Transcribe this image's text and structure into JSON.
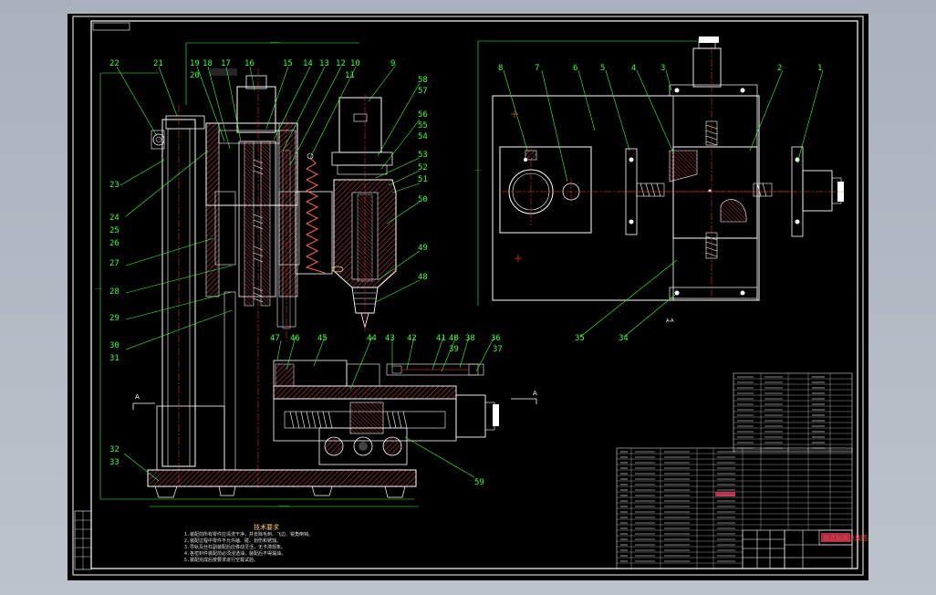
{
  "colors": {
    "background": "#000000",
    "frame": "#ffffff",
    "part_outline": "#ffffff",
    "section_hatch": "#cc4444",
    "centerline": "#ff3c3c",
    "leader": "#3cff3c",
    "dimension": "#3cff3c",
    "spring": "#ff6060",
    "viewport": "#afb7c2"
  },
  "section_marks": {
    "left": "A",
    "right": "A",
    "view_caption": "A-A"
  },
  "tech_requirements": {
    "title": "技术要求",
    "lines": [
      "1.装配前所有零件应清洗干净，并去除毛刺、飞边、锐角倒钝。",
      "2.装配过程中零件不允许磕、碰、划伤和锈蚀。",
      "3.导轨及丝杠副装配后应移动灵活，无卡滞现象。",
      "4.各密封件装配前必须浸透油，装配后不得漏油。",
      "5.装配完成后按要求进行空载试验。"
    ]
  },
  "title_block": {
    "drawing_title": "台式钻床总装图"
  },
  "left_callouts": [
    "22",
    "21",
    "19",
    "20",
    "18",
    "17",
    "16",
    "15",
    "14",
    "13",
    "12",
    "10",
    "11",
    "9",
    "58",
    "57",
    "56",
    "55",
    "54",
    "53",
    "52",
    "51",
    "50",
    "49",
    "48",
    "23",
    "24",
    "25",
    "26",
    "27",
    "28",
    "29",
    "30",
    "31",
    "32",
    "33",
    "47",
    "46",
    "45",
    "44",
    "43",
    "42",
    "41",
    "40",
    "39",
    "38",
    "37",
    "36",
    "59"
  ],
  "right_callouts": [
    "8",
    "7",
    "6",
    "5",
    "4",
    "3",
    "2",
    "1",
    "35",
    "34"
  ]
}
